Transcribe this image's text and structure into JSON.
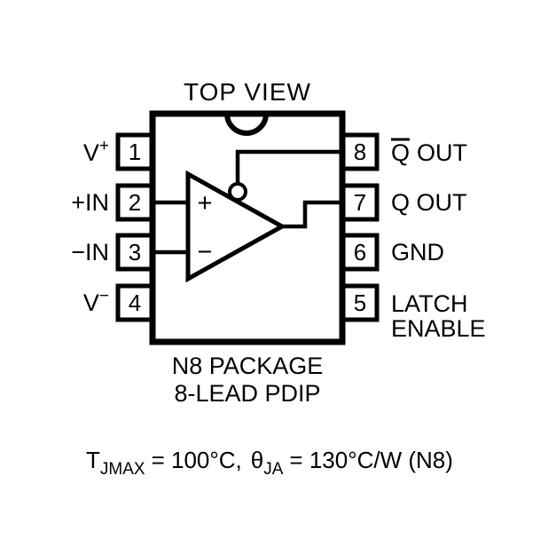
{
  "title": "TOP VIEW",
  "package": {
    "line1": "N8 PACKAGE",
    "line2": "8-LEAD PDIP"
  },
  "pins": {
    "left": [
      {
        "number": "1",
        "label": "V",
        "sup": "+"
      },
      {
        "number": "2",
        "label": "+IN",
        "sup": ""
      },
      {
        "number": "3",
        "label": "−IN",
        "sup": ""
      },
      {
        "number": "4",
        "label": "V",
        "sup": "−"
      }
    ],
    "right": [
      {
        "number": "8",
        "label_q": "Q",
        "label_rest": "OUT",
        "overline": true
      },
      {
        "number": "7",
        "label": "Q OUT"
      },
      {
        "number": "6",
        "label": "GND"
      },
      {
        "number": "5",
        "label_line1": "LATCH",
        "label_line2": "ENABLE"
      }
    ]
  },
  "comparator": {
    "noninverting": "+",
    "inverting": "−"
  },
  "note": {
    "t": "T",
    "t_sub": "JMAX",
    "t_eq": "= 100°C,",
    "theta": "θ",
    "theta_sub": "JA",
    "theta_eq": "= 130°C/W (N8)"
  },
  "colors": {
    "ink": "#000000",
    "background": "#ffffff"
  }
}
